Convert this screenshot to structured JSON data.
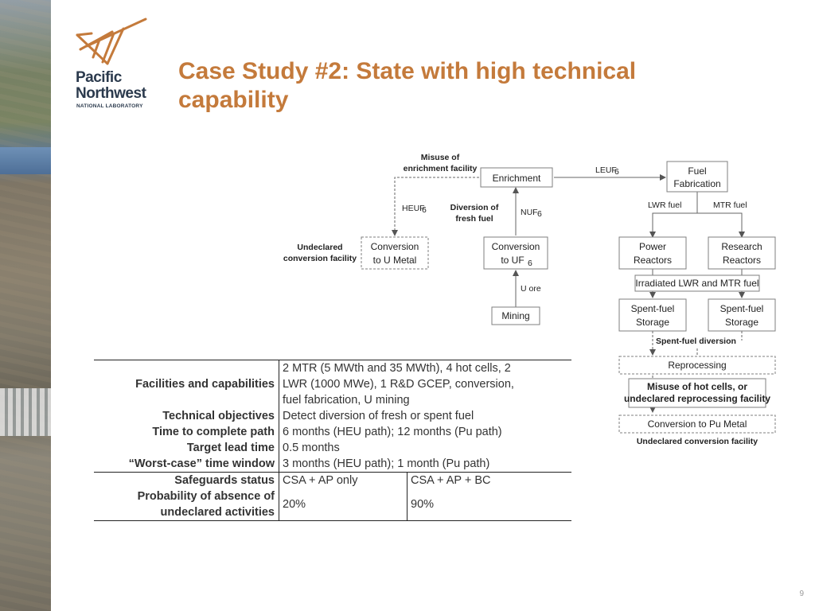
{
  "logo": {
    "line1": "Pacific",
    "line2": "Northwest",
    "sub": "NATIONAL LABORATORY",
    "accent": "#c47a3b"
  },
  "title": "Case Study #2: State with high technical capability",
  "diagram": {
    "boxes": {
      "enrichment": "Enrichment",
      "fuel_fab_1": "Fuel",
      "fuel_fab_2": "Fabrication",
      "conv_u_metal_1": "Conversion",
      "conv_u_metal_2": "to U Metal",
      "conv_uf6_1": "Conversion",
      "conv_uf6_2": "to UF",
      "mining": "Mining",
      "power_1": "Power",
      "power_2": "Reactors",
      "research_1": "Research",
      "research_2": "Reactors",
      "irradiated": "Irradiated LWR and MTR fuel",
      "sf_storage_a_1": "Spent-fuel",
      "sf_storage_a_2": "Storage",
      "sf_storage_b_1": "Spent-fuel",
      "sf_storage_b_2": "Storage",
      "reprocessing": "Reprocessing",
      "misuse_hot_1": "Misuse of hot cells, or",
      "misuse_hot_2": "undeclared reprocessing facility",
      "conv_pu_metal": "Conversion to Pu Metal"
    },
    "labels": {
      "misuse_enrich_1": "Misuse of",
      "misuse_enrich_2": "enrichment facility",
      "leuf6": "LEUF",
      "heuf6": "HEUF",
      "diversion_fresh_1": "Diversion of",
      "diversion_fresh_2": "fresh fuel",
      "nuf6": "NUF",
      "undeclared_conv_1": "Undeclared",
      "undeclared_conv_2": "conversion facility",
      "u_ore": "U ore",
      "lwr_fuel": "LWR fuel",
      "mtr_fuel": "MTR fuel",
      "sf_diversion": "Spent-fuel diversion",
      "undeclared_conv_pu": "Undeclared conversion facility",
      "sub6": "6"
    }
  },
  "table": {
    "rows": [
      {
        "key": "Facilities and capabilities",
        "value_lines": [
          "2 MTR (5 MWth and 35 MWth), 4 hot cells, 2",
          "LWR (1000 MWe), 1 R&D GCEP, conversion,",
          "fuel fabrication, U mining"
        ]
      },
      {
        "key": "Technical objectives",
        "value": "Detect diversion of fresh or spent fuel"
      },
      {
        "key": "Time to complete path",
        "value": "6 months (HEU path); 12 months (Pu path)"
      },
      {
        "key": "Target lead time",
        "value": "0.5 months"
      },
      {
        "key": "“Worst-case” time window",
        "value": "3 months (HEU path); 1 month (Pu path)"
      }
    ],
    "safeguards_key": "Safeguards status",
    "safeguards_a": "CSA + AP only",
    "safeguards_b": "CSA + AP + BC",
    "prob_key_1": "Probability of absence of",
    "prob_key_2": "undeclared activities",
    "prob_a": "20%",
    "prob_b": "90%"
  },
  "page_number": "9"
}
